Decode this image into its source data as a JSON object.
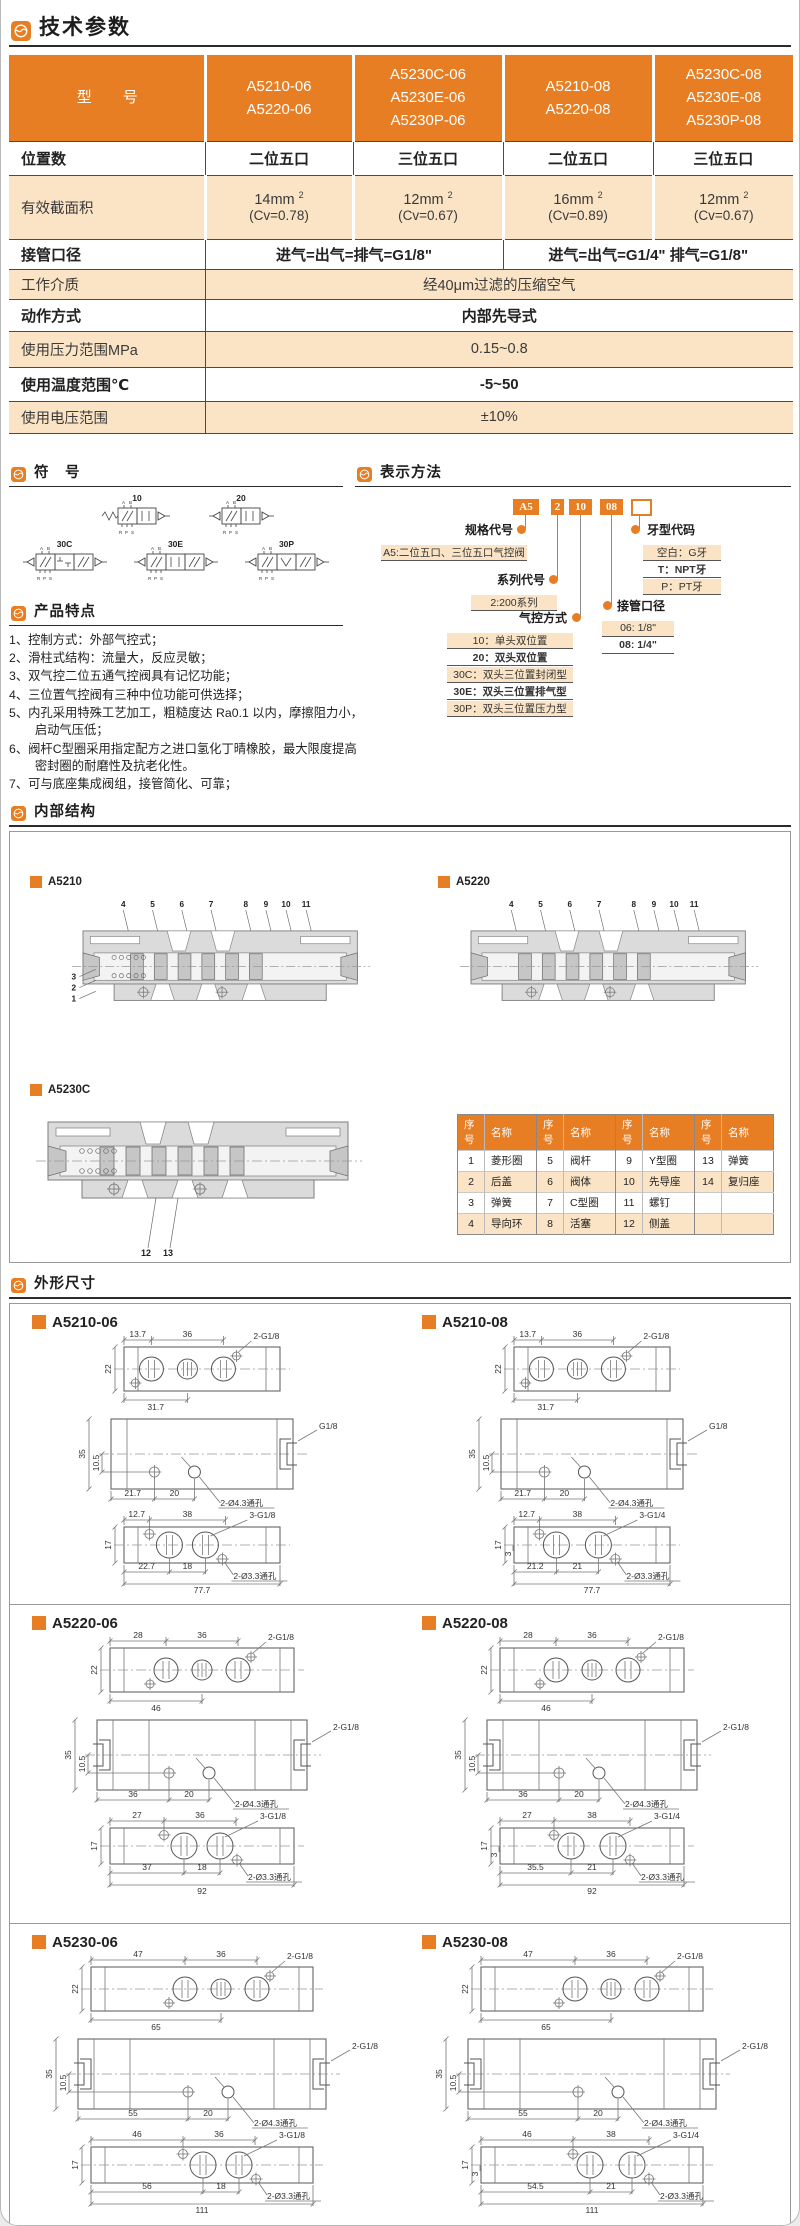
{
  "page_title": "技术参数",
  "colors": {
    "orange": "#E87E23",
    "cream": "#FAE4C5",
    "line": "#4a4a4a"
  },
  "spec_table": {
    "model_label": "型　号",
    "model_cols": [
      [
        "A5210-06",
        "A5220-06"
      ],
      [
        "A5230C-06",
        "A5230E-06",
        "A5230P-06"
      ],
      [
        "A5210-08",
        "A5220-08"
      ],
      [
        "A5230C-08",
        "A5230E-08",
        "A5230P-08"
      ]
    ],
    "rows": [
      {
        "label": "位置数",
        "style": "white",
        "cells": [
          {
            "t": "二位五口"
          },
          {
            "t": "三位五口"
          },
          {
            "t": "二位五口"
          },
          {
            "t": "三位五口"
          }
        ]
      },
      {
        "label": "有效截面积",
        "style": "cream",
        "cells": [
          {
            "t": "14mm",
            "sup": "2",
            "sub": "(Cv=0.78)"
          },
          {
            "t": "12mm",
            "sup": "2",
            "sub": "(Cv=0.67)"
          },
          {
            "t": "16mm",
            "sup": "2",
            "sub": "(Cv=0.89)"
          },
          {
            "t": "12mm",
            "sup": "2",
            "sub": "(Cv=0.67)"
          }
        ]
      },
      {
        "label": "接管口径",
        "style": "white",
        "cells": [
          {
            "t": "进气=出气=排气=G1/8\"",
            "span": 2
          },
          {
            "t": "进气=出气=G1/4\"  排气=G1/8\"",
            "span": 2
          }
        ]
      },
      {
        "label": "工作介质",
        "style": "cream",
        "cells": [
          {
            "t": "经40μm过滤的压缩空气",
            "span": 4
          }
        ]
      },
      {
        "label": "动作方式",
        "style": "white",
        "cells": [
          {
            "t": "内部先导式",
            "span": 4
          }
        ]
      },
      {
        "label": "使用压力范围MPa",
        "style": "cream",
        "cells": [
          {
            "t": "0.15~0.8",
            "span": 4
          }
        ]
      },
      {
        "label": "使用温度范围℃",
        "style": "white",
        "cells": [
          {
            "t": "-5~50",
            "span": 4
          }
        ]
      },
      {
        "label": "使用电压范围",
        "style": "cream",
        "cells": [
          {
            "t": "±10%",
            "span": 4
          }
        ]
      }
    ]
  },
  "symbols": {
    "title": "符　号",
    "port_top": "A B",
    "port_bottom": "R P S",
    "items": [
      {
        "code": "10"
      },
      {
        "code": "20"
      },
      {
        "code": "30C"
      },
      {
        "code": "30E"
      },
      {
        "code": "30P"
      }
    ]
  },
  "designation": {
    "title": "表示方法",
    "code_boxes": [
      "A5",
      "2",
      "10",
      "08",
      ""
    ],
    "groups": [
      {
        "name": "规格代号",
        "items": [
          "A5:二位五口、三位五口气控阀"
        ]
      },
      {
        "name": "系列代号",
        "items": [
          "2:200系列"
        ]
      },
      {
        "name": "气控方式",
        "items": [
          "10：单头双位置",
          "20：双头双位置",
          "30C：双头三位置封闭型",
          "30E：双头三位置排气型",
          "30P：双头三位置压力型"
        ]
      },
      {
        "name": "接管口径",
        "items": [
          "06: 1/8\"",
          "08: 1/4\""
        ]
      },
      {
        "name": "牙型代码",
        "items": [
          "空白：G牙",
          "T：NPT牙",
          "P：PT牙"
        ]
      }
    ]
  },
  "features": {
    "title": "产品特点",
    "items": [
      "1、控制方式：外部气控式；",
      "2、滑柱式结构：流量大，反应灵敏；",
      "3、双气控二位五通气控阀具有记忆功能；",
      "4、三位置气控阀有三种中位功能可供选择；",
      "5、内孔采用特殊工艺加工，粗糙度达 Ra0.1 以内，摩擦阻力小，启动气压低；",
      "6、阀杆C型圈采用指定配方之进口氢化丁晴橡胶，最大限度提高密封圈的耐磨性及抗老化性。",
      "7、可与底座集成阀组，接管简化、可靠；"
    ]
  },
  "internal": {
    "title": "内部结构",
    "diagrams": [
      {
        "label": "A5210",
        "top_callouts": [
          "4",
          "5",
          "6",
          "7",
          "8",
          "9",
          "10",
          "11"
        ],
        "left_callouts": [
          "3",
          "2",
          "1"
        ],
        "bottom_callouts": [],
        "springs": true
      },
      {
        "label": "A5220",
        "top_callouts": [
          "4",
          "5",
          "6",
          "7",
          "8",
          "9",
          "10",
          "11"
        ],
        "left_callouts": [],
        "bottom_callouts": [],
        "springs": false
      },
      {
        "label": "A5230C",
        "top_callouts": [],
        "left_callouts": [],
        "bottom_callouts": [
          "12",
          "13"
        ],
        "springs": true
      }
    ],
    "parts_table": {
      "headers": [
        "序号",
        "名称",
        "序号",
        "名称",
        "序号",
        "名称",
        "序号",
        "名称"
      ],
      "rows": [
        [
          "1",
          "菱形圈",
          "5",
          "阀杆",
          "9",
          "Y型圈",
          "13",
          "弹簧"
        ],
        [
          "2",
          "后盖",
          "6",
          "阀体",
          "10",
          "先导座",
          "14",
          "复归座"
        ],
        [
          "3",
          "弹簧",
          "7",
          "C型圈",
          "11",
          "螺钉",
          "",
          ""
        ],
        [
          "4",
          "导向环",
          "8",
          "活塞",
          "12",
          "侧盖",
          "",
          ""
        ]
      ]
    }
  },
  "dimensions": {
    "title": "外形尺寸",
    "drawings": [
      {
        "id": "A5210-06",
        "mm": 78,
        "top": {
          "w1": "13.7",
          "w2": "36",
          "thread": "2-G1/8",
          "h": "22",
          "b": "31.7"
        },
        "mid": {
          "h": "35",
          "h2": "10.5",
          "b1": "21.7",
          "b2": "20",
          "right": "G1/8",
          "hole": "2-Ø4.3通孔",
          "left_port": false
        },
        "bot": {
          "w1": "12.7",
          "w2": "38",
          "thread": "3-G1/8",
          "h": "17",
          "h2": "",
          "b1": "22.7",
          "b2": "18",
          "total": "77.7",
          "hole": "2-Ø3.3通孔"
        }
      },
      {
        "id": "A5210-08",
        "mm": 78,
        "top": {
          "w1": "13.7",
          "w2": "36",
          "thread": "2-G1/8",
          "h": "22",
          "b": "31.7"
        },
        "mid": {
          "h": "35",
          "h2": "10.5",
          "b1": "21.7",
          "b2": "20",
          "right": "G1/8",
          "hole": "2-Ø4.3通孔",
          "left_port": false
        },
        "bot": {
          "w1": "12.7",
          "w2": "38",
          "thread": "3-G1/4",
          "h": "17",
          "h2": "3",
          "b1": "21.2",
          "b2": "21",
          "total": "77.7",
          "hole": "2-Ø3.3通孔"
        }
      },
      {
        "id": "A5220-06",
        "mm": 92,
        "top": {
          "w1": "28",
          "w2": "36",
          "thread": "2-G1/8",
          "h": "22",
          "b": "46"
        },
        "mid": {
          "h": "35",
          "h2": "10.5",
          "b1": "36",
          "b2": "20",
          "right": "2-G1/8",
          "hole": "2-Ø4.3通孔",
          "left_port": true
        },
        "bot": {
          "w1": "27",
          "w2": "36",
          "thread": "3-G1/8",
          "h": "17",
          "h2": "",
          "b1": "37",
          "b2": "18",
          "total": "92",
          "hole": "2-Ø3.3通孔"
        }
      },
      {
        "id": "A5220-08",
        "mm": 92,
        "top": {
          "w1": "28",
          "w2": "36",
          "thread": "2-G1/8",
          "h": "22",
          "b": "46"
        },
        "mid": {
          "h": "35",
          "h2": "10.5",
          "b1": "36",
          "b2": "20",
          "right": "2-G1/8",
          "hole": "2-Ø4.3通孔",
          "left_port": true
        },
        "bot": {
          "w1": "27",
          "w2": "38",
          "thread": "3-G1/4",
          "h": "17",
          "h2": "3",
          "b1": "35.5",
          "b2": "21",
          "total": "92",
          "hole": "2-Ø3.3通孔"
        }
      },
      {
        "id": "A5230-06",
        "mm": 111,
        "top": {
          "w1": "47",
          "w2": "36",
          "thread": "2-G1/8",
          "h": "22",
          "b": "65"
        },
        "mid": {
          "h": "35",
          "h2": "10.5",
          "b1": "55",
          "b2": "20",
          "right": "2-G1/8",
          "hole": "2-Ø4.3通孔",
          "left_port": true
        },
        "bot": {
          "w1": "46",
          "w2": "36",
          "thread": "3-G1/8",
          "h": "17",
          "h2": "",
          "b1": "56",
          "b2": "18",
          "total": "111",
          "hole": "2-Ø3.3通孔"
        }
      },
      {
        "id": "A5230-08",
        "mm": 111,
        "top": {
          "w1": "47",
          "w2": "36",
          "thread": "2-G1/8",
          "h": "22",
          "b": "65"
        },
        "mid": {
          "h": "35",
          "h2": "10.5",
          "b1": "55",
          "b2": "20",
          "right": "2-G1/8",
          "hole": "2-Ø4.3通孔",
          "left_port": true
        },
        "bot": {
          "w1": "46",
          "w2": "38",
          "thread": "3-G1/4",
          "h": "17",
          "h2": "3",
          "b1": "54.5",
          "b2": "21",
          "total": "111",
          "hole": "2-Ø3.3通孔"
        }
      }
    ]
  }
}
